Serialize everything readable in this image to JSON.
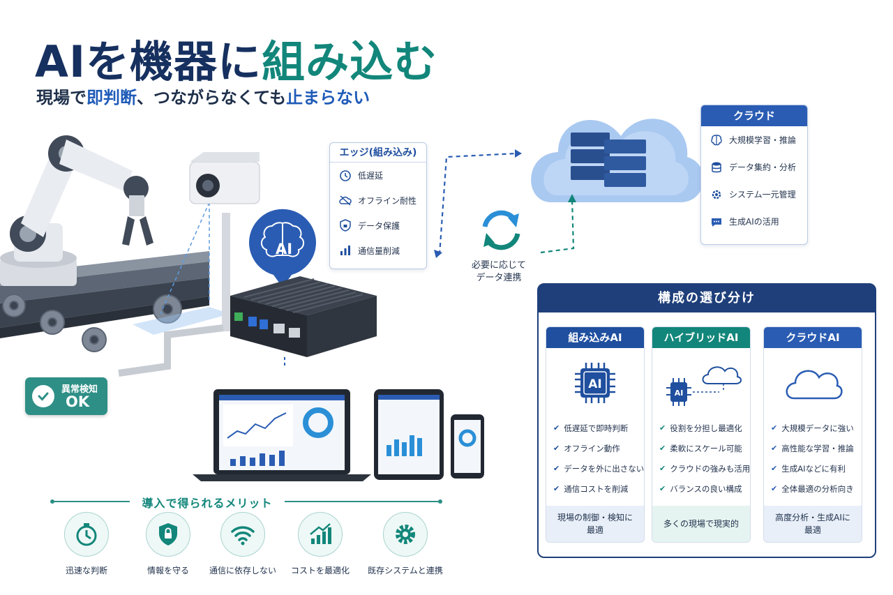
{
  "title": {
    "main": "AIを機器に",
    "accent": "組み込む"
  },
  "subtitle": {
    "p1": "現場で",
    "h1": "即判断",
    "p2": "、つながらなくても",
    "h2": "止まらない"
  },
  "edge_panel": {
    "title": "エッジ(組み込み)",
    "items": [
      {
        "label": "低遅延",
        "icon": "timer-icon"
      },
      {
        "label": "オフライン耐性",
        "icon": "offline-cloud-icon"
      },
      {
        "label": "データ保護",
        "icon": "lock-shield-icon"
      },
      {
        "label": "通信量削減",
        "icon": "bar-chart-icon"
      }
    ]
  },
  "ai_pin": "AI",
  "ok_badge": {
    "line1": "異常検知",
    "line2": "OK"
  },
  "sync_label": {
    "line1": "必要に応じて",
    "line2": "データ連携"
  },
  "cloud_panel": {
    "title": "クラウド",
    "items": [
      {
        "label": "大規模学習・推論",
        "icon": "brain-icon"
      },
      {
        "label": "データ集約・分析",
        "icon": "database-icon"
      },
      {
        "label": "システム一元管理",
        "icon": "gear-icon"
      },
      {
        "label": "生成AIの活用",
        "icon": "chat-bubble-icon"
      }
    ]
  },
  "comparison": {
    "title": "構成の選び分け",
    "columns": [
      {
        "title": "組み込みAI",
        "color": "#1f4f9e",
        "chip_label": "AI",
        "items": [
          "低遅延で即時判断",
          "オフライン動作",
          "データを外に出さない",
          "通信コストを削減"
        ],
        "footer_l1": "現場の制御・検知に",
        "footer_l2": "最適"
      },
      {
        "title": "ハイブリッドAI",
        "color": "#12867a",
        "chip_label": "AI",
        "items": [
          "役割を分担し最適化",
          "柔軟にスケール可能",
          "クラウドの強みも活用",
          "バランスの良い構成"
        ],
        "footer_l1": "多くの現場で現実的",
        "footer_l2": ""
      },
      {
        "title": "クラウドAI",
        "color": "#2a5cb3",
        "items": [
          "大規模データに強い",
          "高性能な学習・推論",
          "生成AIなどに有利",
          "全体最適の分析向き"
        ],
        "footer_l1": "高度分析・生成AIに",
        "footer_l2": "最適"
      }
    ]
  },
  "benefits": {
    "title": "導入で得られるメリット",
    "items": [
      {
        "label": "迅速な判断",
        "icon": "stopwatch-icon"
      },
      {
        "label": "情報を守る",
        "icon": "shield-lock-icon"
      },
      {
        "label": "通信に依存しない",
        "icon": "wifi-icon"
      },
      {
        "label": "コストを最適化",
        "icon": "growth-chart-icon"
      },
      {
        "label": "既存システムと連携",
        "icon": "gear-icon"
      }
    ]
  },
  "colors": {
    "navy": "#16305f",
    "teal": "#12867a",
    "blue": "#2a5cb3"
  }
}
